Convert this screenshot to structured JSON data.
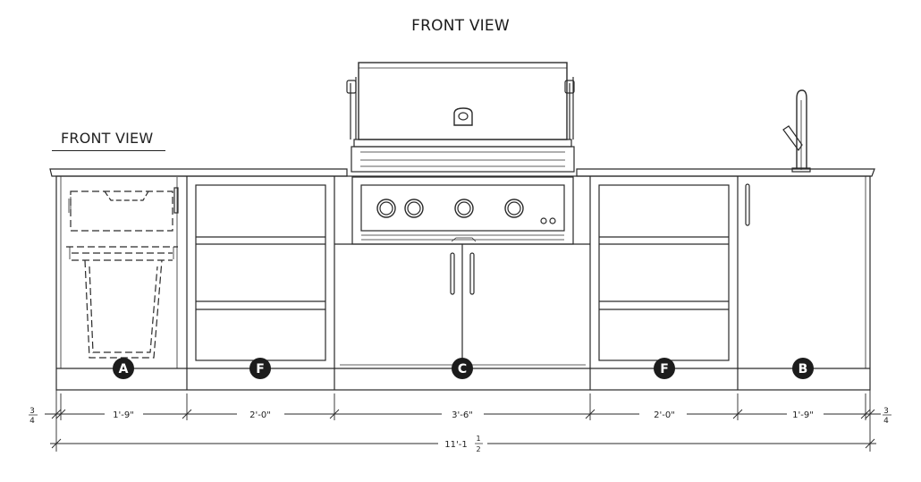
{
  "header": {
    "title": "FRONT VIEW"
  },
  "side_label": {
    "text": "FRONT VIEW"
  },
  "modules": [
    {
      "id": "A",
      "label": "A",
      "kind": "trash-pullout"
    },
    {
      "id": "F1",
      "label": "F",
      "kind": "open-shelves"
    },
    {
      "id": "C",
      "label": "C",
      "kind": "grill-base"
    },
    {
      "id": "F2",
      "label": "F",
      "kind": "open-shelves"
    },
    {
      "id": "B",
      "label": "B",
      "kind": "sink-cabinet"
    }
  ],
  "dimensions": {
    "left_edge_main": "3",
    "left_edge_den": "4",
    "right_edge_main": "3",
    "right_edge_den": "4",
    "segments": [
      "1'-9\"",
      "2'-0\"",
      "3'-6\"",
      "2'-0\"",
      "1'-9\""
    ],
    "total_main": "11'-1",
    "total_frac_num": "1",
    "total_frac_den": "2"
  }
}
